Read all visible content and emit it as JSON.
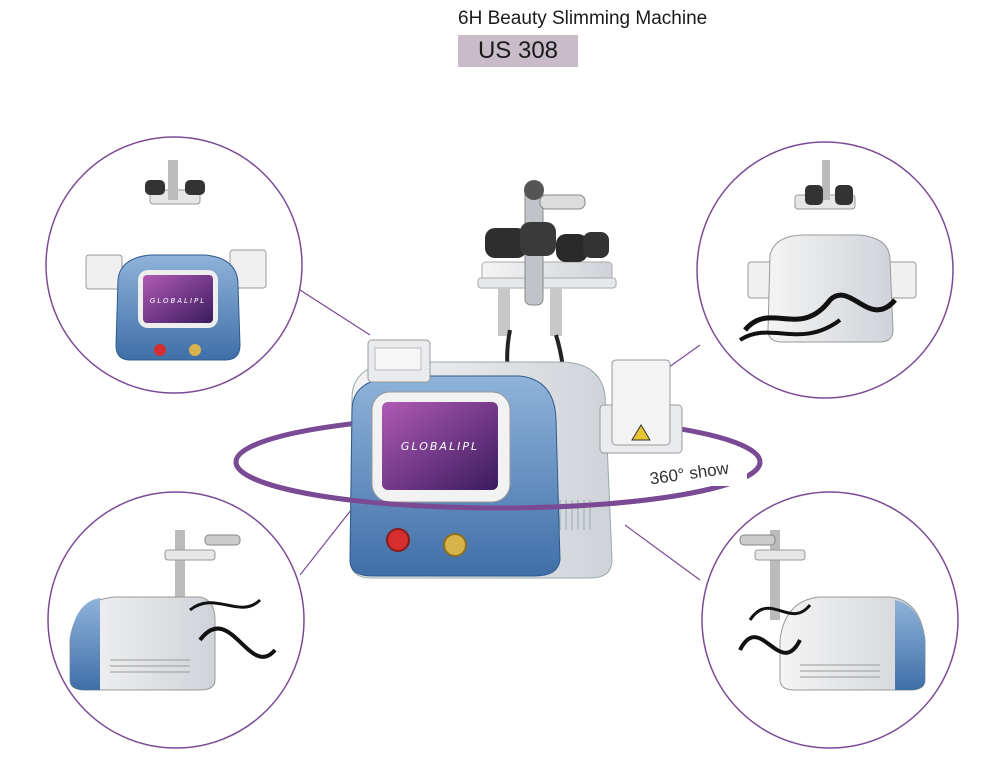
{
  "header": {
    "title": "6H Beauty Slimming Machine",
    "model": "US 308"
  },
  "orbit": {
    "label": "360° show",
    "color": "#7b4a95"
  },
  "machine": {
    "screen_brand": "GLOBALIPL",
    "body_color": "#5f8fc4",
    "accent": "#d62e2e"
  },
  "views": [
    {
      "name": "front-view",
      "icon": "machine-front"
    },
    {
      "name": "back-view",
      "icon": "machine-back"
    },
    {
      "name": "left-side-view",
      "icon": "machine-side"
    },
    {
      "name": "right-side-view",
      "icon": "machine-side"
    }
  ]
}
